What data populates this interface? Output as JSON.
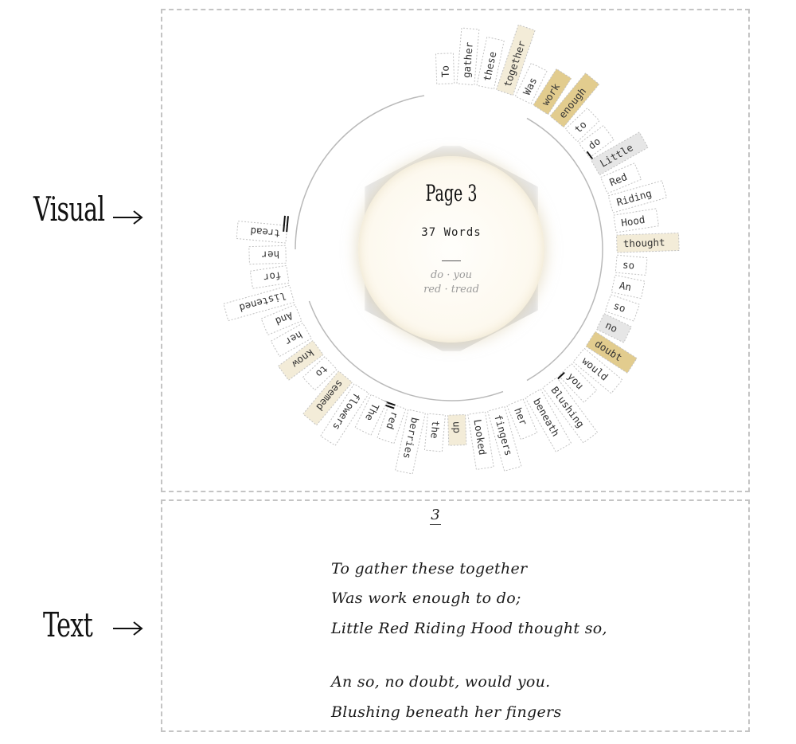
{
  "labels": {
    "visual": "Visual",
    "text": "Text"
  },
  "center": {
    "title": "Page 3",
    "word_count": "37 Words",
    "pairs": [
      "do · you",
      "red · tread"
    ]
  },
  "page_number": "3",
  "words": [
    {
      "text": "To",
      "fill": "none"
    },
    {
      "text": "gather",
      "fill": "none"
    },
    {
      "text": "these",
      "fill": "none"
    },
    {
      "text": "together",
      "fill": "light"
    },
    {
      "text": "Was",
      "fill": "none"
    },
    {
      "text": "work",
      "fill": "gold"
    },
    {
      "text": "enough",
      "fill": "gold"
    },
    {
      "text": "to",
      "fill": "none"
    },
    {
      "text": "do",
      "fill": "none",
      "marker": "single"
    },
    {
      "text": "Little",
      "fill": "grey"
    },
    {
      "text": "Red",
      "fill": "none"
    },
    {
      "text": "Riding",
      "fill": "none"
    },
    {
      "text": "Hood",
      "fill": "none"
    },
    {
      "text": "thought",
      "fill": "light"
    },
    {
      "text": "so",
      "fill": "none"
    },
    {
      "text": "An",
      "fill": "none"
    },
    {
      "text": "so",
      "fill": "none"
    },
    {
      "text": "no",
      "fill": "grey"
    },
    {
      "text": "doubt",
      "fill": "gold"
    },
    {
      "text": "would",
      "fill": "none"
    },
    {
      "text": "you",
      "fill": "none",
      "marker": "single"
    },
    {
      "text": "Blushing",
      "fill": "none"
    },
    {
      "text": "beneath",
      "fill": "none"
    },
    {
      "text": "her",
      "fill": "none"
    },
    {
      "text": "fingers",
      "fill": "none"
    },
    {
      "text": "Looked",
      "fill": "none"
    },
    {
      "text": "up",
      "fill": "light"
    },
    {
      "text": "the",
      "fill": "none"
    },
    {
      "text": "berries",
      "fill": "none"
    },
    {
      "text": "red",
      "fill": "none",
      "marker": "double"
    },
    {
      "text": "The",
      "fill": "none"
    },
    {
      "text": "flowers",
      "fill": "none"
    },
    {
      "text": "seemed",
      "fill": "light"
    },
    {
      "text": "to",
      "fill": "none"
    },
    {
      "text": "know",
      "fill": "light"
    },
    {
      "text": "her",
      "fill": "none"
    },
    {
      "text": "And",
      "fill": "none"
    },
    {
      "text": "listened",
      "fill": "none"
    },
    {
      "text": "for",
      "fill": "none"
    },
    {
      "text": "her",
      "fill": "none"
    },
    {
      "text": "tread",
      "fill": "none",
      "marker": "double"
    }
  ],
  "colors": {
    "gold": "#e2cc8e",
    "light": "#f3ecd8",
    "grey": "#e6e6e6",
    "border": "#c2c2c2",
    "ring": "#b9b9b9"
  },
  "poem": {
    "stanza1": [
      "To gather these together",
      "Was work enough to do;",
      "Little Red Riding Hood thought so,"
    ],
    "stanza2": [
      "An so, no doubt, would you.",
      "Blushing beneath her fingers"
    ]
  }
}
